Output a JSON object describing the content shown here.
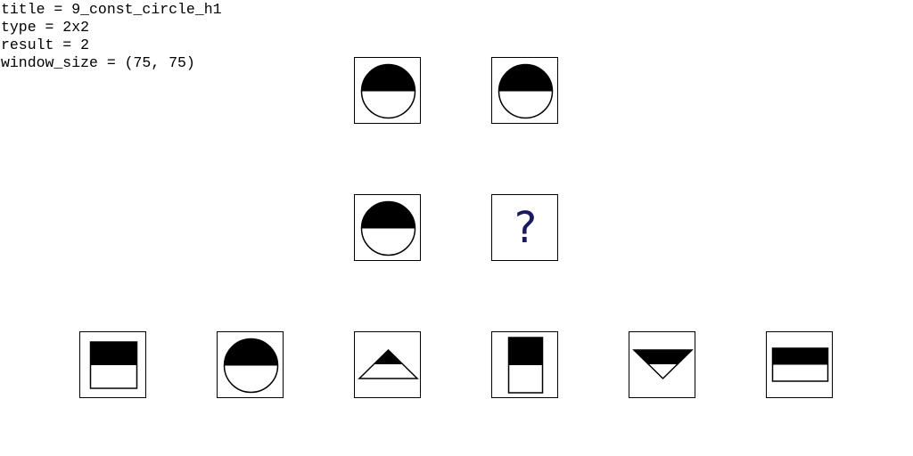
{
  "info": {
    "title_line": "title = 9_const_circle_h1",
    "type_line": "type = 2x2",
    "result_line": "result = 2",
    "window_line": "window_size = (75, 75)"
  },
  "puzzle": {
    "matrix": [
      {
        "shape": "circle-top-half-black"
      },
      {
        "shape": "circle-top-half-black"
      },
      {
        "shape": "circle-top-half-black"
      },
      {
        "shape": "question-mark"
      }
    ],
    "question_symbol": "?",
    "options": [
      {
        "shape": "square-top-half-black"
      },
      {
        "shape": "circle-top-half-black"
      },
      {
        "shape": "triangle-up-top-half-black"
      },
      {
        "shape": "tall-rectangle-top-half-black"
      },
      {
        "shape": "triangle-down-top-half-black"
      },
      {
        "shape": "wide-rectangle-top-half-black"
      }
    ]
  },
  "colors": {
    "ink": "#000000",
    "question_mark": "#1a1a5e",
    "background": "#ffffff"
  }
}
